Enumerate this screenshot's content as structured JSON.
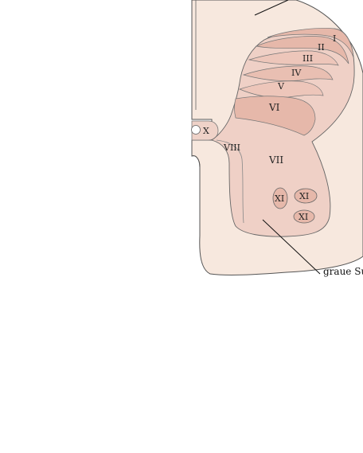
{
  "laminae": {
    "I": "I",
    "II": "II",
    "III": "III",
    "IV": "IV",
    "V": "V",
    "VI": "VI",
    "VII": "VII",
    "VIII": "VIII",
    "X": "X",
    "XI_a": "XI",
    "XI_b": "XI",
    "XI_c": "XI"
  },
  "annotations": {
    "grey_matter": "graue Su"
  },
  "colors": {
    "white_matter": "#f6e7dc",
    "grey_matter": "#efd0c6",
    "lamina_dark": "#e4b3a6",
    "outline": "#555555"
  }
}
